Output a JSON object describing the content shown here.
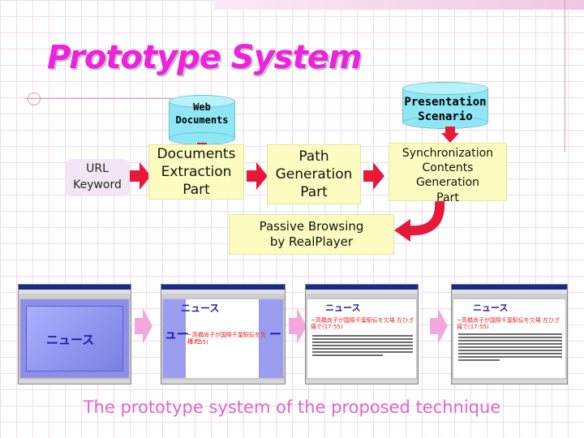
{
  "title": "Prototype System",
  "web_docs": {
    "line1": "Web",
    "line2": "Documents"
  },
  "presentation": {
    "line1": "Presentation",
    "line2": "Scenario"
  },
  "input": {
    "line1": "URL",
    "line2": "Keyword"
  },
  "extraction": {
    "line1": "Documents",
    "line2": "Extraction",
    "line3": "Part"
  },
  "path": {
    "line1": "Path",
    "line2": "Generation",
    "line3": "Part"
  },
  "sync": {
    "line1": "Synchronization",
    "line2": "Contents",
    "line3": "Generation",
    "line4": "Part"
  },
  "browse": {
    "line1": "Passive Browsing",
    "line2": "by RealPlayer"
  },
  "screenshots": {
    "news_label": "ニュース",
    "headline": "~高橋尚子が国際千葉駅伝を欠場 左ひざ痛で(17:55)",
    "headline_short": "~高橋尚子が国際千葉駅伝を欠場 左",
    "headline_tail": "(17:55)",
    "headline_cut": "で(17:55)"
  },
  "caption": "The prototype system of the proposed technique",
  "colors": {
    "title": "#ee22dd",
    "cylinder": "#8fe6f4",
    "box": "#fdfcc0",
    "arrow": "#e8183a",
    "caption": "#e066cc",
    "flow_arrow": "#f3a8dc"
  }
}
